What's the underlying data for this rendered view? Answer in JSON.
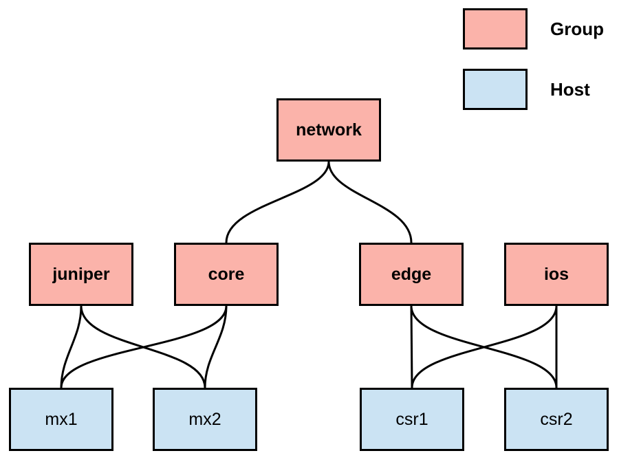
{
  "legend": {
    "items": [
      {
        "label": "Group",
        "type": "group"
      },
      {
        "label": "Host",
        "type": "host"
      }
    ]
  },
  "colors": {
    "group_fill": "#FBB3AA",
    "host_fill": "#CBE3F3",
    "border": "#000000",
    "edge": "#000000"
  },
  "nodes": {
    "network": {
      "label": "network",
      "type": "group"
    },
    "juniper": {
      "label": "juniper",
      "type": "group"
    },
    "core": {
      "label": "core",
      "type": "group"
    },
    "edge": {
      "label": "edge",
      "type": "group"
    },
    "ios": {
      "label": "ios",
      "type": "group"
    },
    "mx1": {
      "label": "mx1",
      "type": "host"
    },
    "mx2": {
      "label": "mx2",
      "type": "host"
    },
    "csr1": {
      "label": "csr1",
      "type": "host"
    },
    "csr2": {
      "label": "csr2",
      "type": "host"
    }
  },
  "edges": [
    {
      "from": "network",
      "to": "core"
    },
    {
      "from": "network",
      "to": "edge"
    },
    {
      "from": "juniper",
      "to": "mx1"
    },
    {
      "from": "juniper",
      "to": "mx2"
    },
    {
      "from": "core",
      "to": "mx1"
    },
    {
      "from": "core",
      "to": "mx2"
    },
    {
      "from": "edge",
      "to": "csr1"
    },
    {
      "from": "edge",
      "to": "csr2"
    },
    {
      "from": "ios",
      "to": "csr1"
    },
    {
      "from": "ios",
      "to": "csr2"
    }
  ]
}
